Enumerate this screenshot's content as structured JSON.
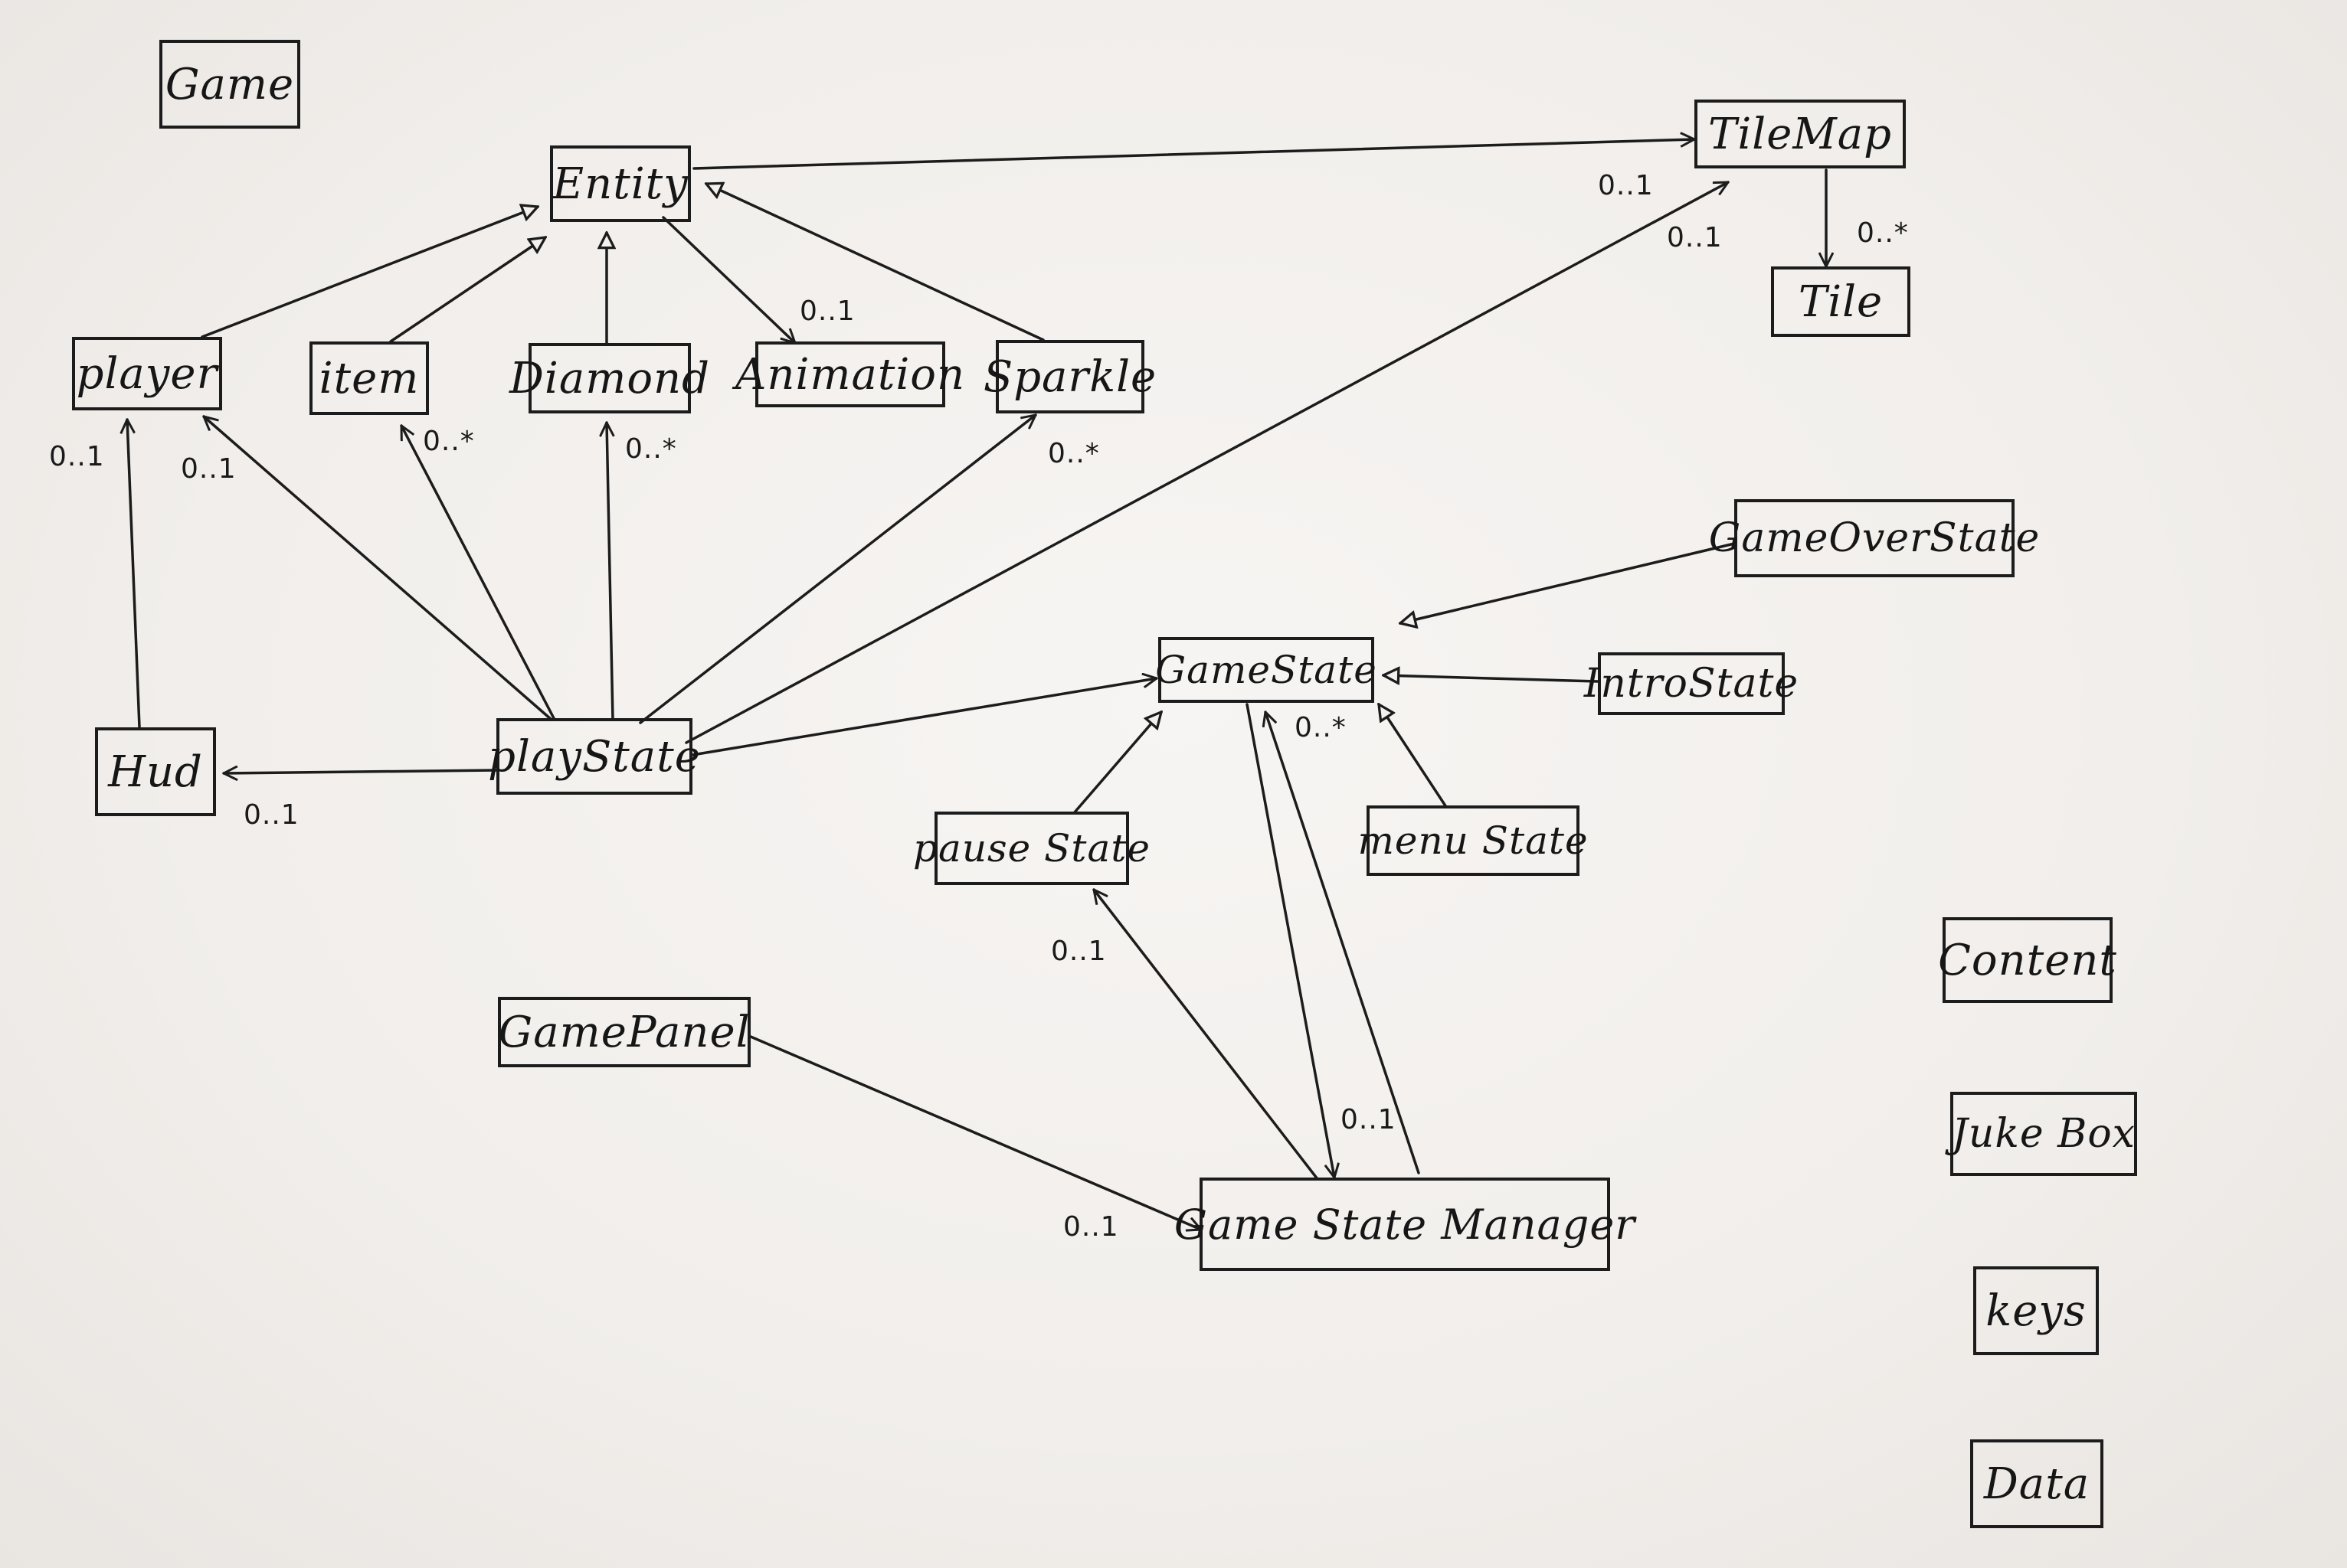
{
  "classes": {
    "game": "Game",
    "entity": "Entity",
    "tilemap": "TileMap",
    "tile": "Tile",
    "player": "player",
    "item": "item",
    "diamond": "Diamond",
    "animation": "Animation",
    "sparkle": "Sparkle",
    "gameoverstate": "GameOverState",
    "gamestate": "GameState",
    "introstate": "IntroState",
    "hud": "Hud",
    "playstate": "playState",
    "pausestate": "pause State",
    "menustate": "menu State",
    "gamepanel": "GamePanel",
    "gamestatemanager": "Game State Manager",
    "content": "Content",
    "jukebox": "Juke Box",
    "keys": "keys",
    "data": "Data"
  },
  "multiplicities": {
    "entity_tilemap": "0..1",
    "playstate_tilemap": "0..1",
    "tilemap_tile": "0..*",
    "entity_animation": "0..1",
    "hud_player": "0..1",
    "playstate_player": "0..1",
    "playstate_item": "0..*",
    "playstate_diamond": "0..*",
    "playstate_sparkle": "0..*",
    "playstate_hud": "0..1",
    "manager_gamestate": "0..*",
    "manager_pausestate": "0..1",
    "gamestate_manager": "0..1",
    "gamepanel_manager": "0..1"
  }
}
